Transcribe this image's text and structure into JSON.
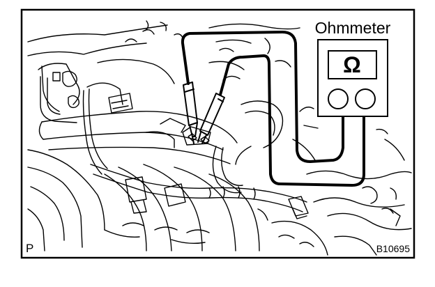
{
  "diagram": {
    "meter_label": "Ohmmeter",
    "meter_symbol": "Ω",
    "corner_code_left": "P",
    "figure_code": "B10695",
    "colors": {
      "ink": "#000000",
      "paper": "#ffffff"
    }
  }
}
